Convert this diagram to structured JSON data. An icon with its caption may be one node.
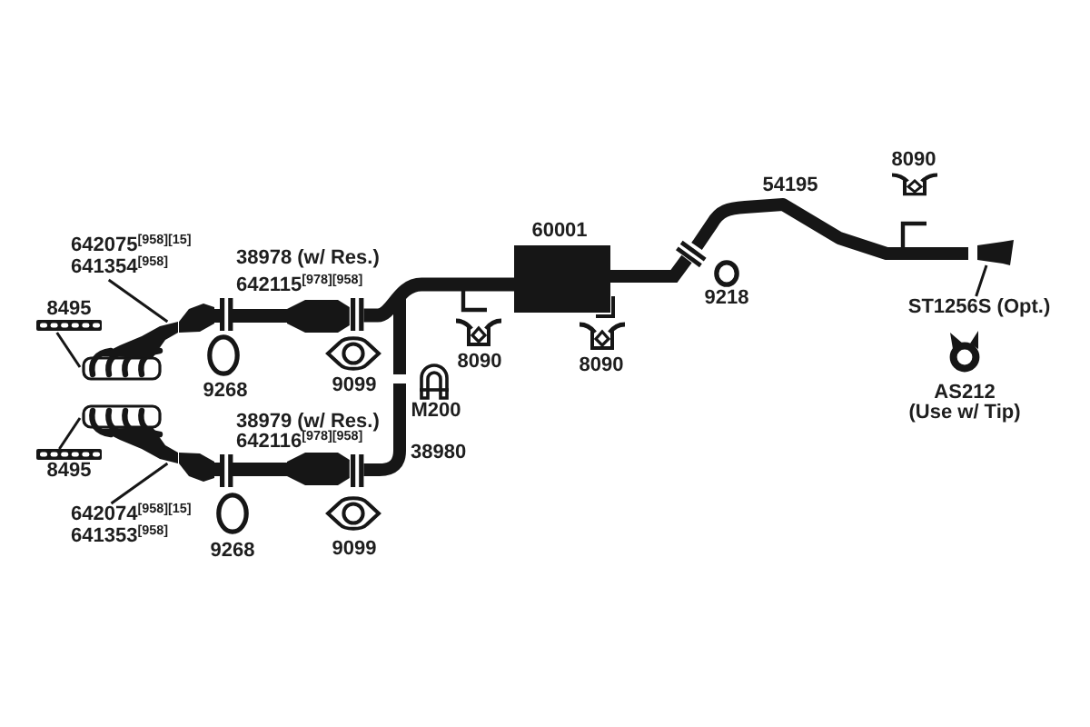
{
  "diagram": {
    "nodes": [
      {
        "text": [
          "642075$^{[958][15]}$",
          "641354$^{[958]}$"
        ]
      },
      {
        "text": [
          "8495"
        ]
      },
      {
        "text": [],
        "shape": "picture"
      },
      {
        "text": [],
        "shape": "picture"
      },
      {
        "text": [
          "8495"
        ]
      },
      {
        "text": [
          "642074$^{[958][15]}$",
          "641353$^{[958]}$"
        ]
      },
      {
        "text": [],
        "shape": "picture"
      },
      {
        "text": [
          "ST1256S (Opt.)"
        ]
      }
    ],
    "edges": [
      {
        "from": 0,
        "to": 2,
        "arrow": "none"
      },
      {
        "from": 1,
        "to": 2,
        "arrow": "none"
      },
      {
        "from": 4,
        "to": 3,
        "arrow": "none"
      },
      {
        "from": 5,
        "to": 3,
        "arrow": "none"
      },
      {
        "from": 7,
        "to": 6,
        "arrow": "none"
      }
    ],
    "labels": [
      "8090",
      "54195",
      "60001",
      "38978 (w/ Res.)",
      "642115$^{[978][958]}$",
      "9218",
      "8090",
      "8090",
      "9268",
      "9099",
      "AS212",
      "M200",
      "(Use w/ Tip)",
      "38979 (w/ Res.)",
      "642116$^{[978][958]}$",
      "38980",
      "9268",
      "9099"
    ]
  }
}
